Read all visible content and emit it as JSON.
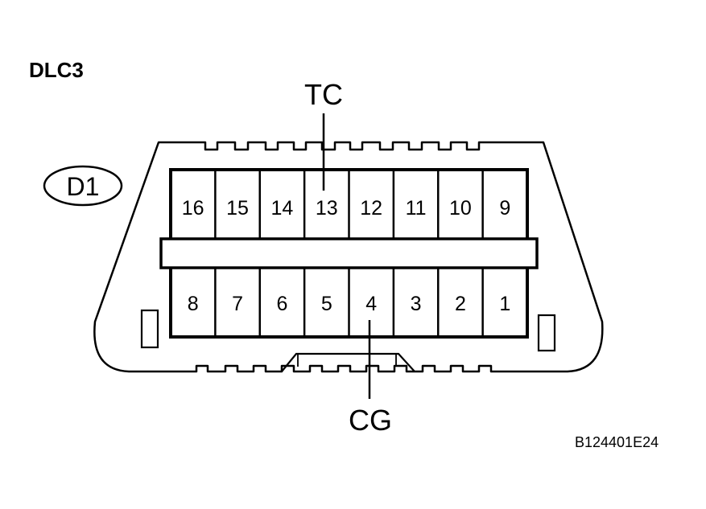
{
  "title": "DLC3",
  "connector_id": "D1",
  "figure_code": "B124401E24",
  "top_pins": [
    "16",
    "15",
    "14",
    "13",
    "12",
    "11",
    "10",
    "9"
  ],
  "bottom_pins": [
    "8",
    "7",
    "6",
    "5",
    "4",
    "3",
    "2",
    "1"
  ],
  "callouts": [
    {
      "label": "TC",
      "pin": "13"
    },
    {
      "label": "CG",
      "pin": "4"
    }
  ]
}
